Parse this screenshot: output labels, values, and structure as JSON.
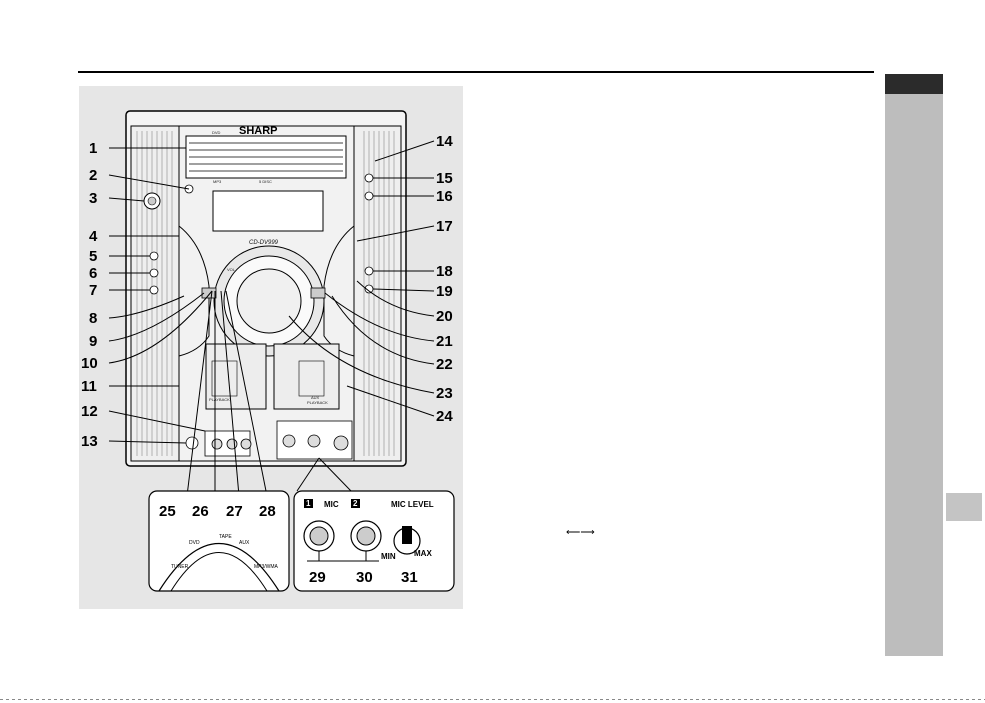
{
  "device": {
    "brand": "SHARP",
    "model": "CD-DV999",
    "badges": {
      "dvd": "DVD",
      "mp3": "MP3",
      "disc": "5 DISC"
    },
    "labels": {
      "vol": "VOL",
      "playback": "PLAYBACK",
      "playback_right": "PLAYBACK",
      "aux": "AUX"
    }
  },
  "callouts": {
    "left": [
      "1",
      "2",
      "3",
      "4",
      "5",
      "6",
      "7",
      "8",
      "9",
      "10",
      "11",
      "12",
      "13"
    ],
    "right": [
      "14",
      "15",
      "16",
      "17",
      "18",
      "19",
      "20",
      "21",
      "22",
      "23",
      "24"
    ],
    "dial": [
      "25",
      "26",
      "27",
      "28"
    ],
    "mic": [
      "29",
      "30",
      "31"
    ]
  },
  "dial_inset": {
    "labels": [
      "TUNER",
      "DVD",
      "TAPE",
      "AUX",
      "MP3/WMA"
    ]
  },
  "mic_inset": {
    "mic1": "1",
    "mic_label": "MIC",
    "mic2": "2",
    "level_label": "MIC LEVEL",
    "min_label": "MIN",
    "max_label": "MAX"
  },
  "text": {
    "arrow": "⟵⟶"
  }
}
